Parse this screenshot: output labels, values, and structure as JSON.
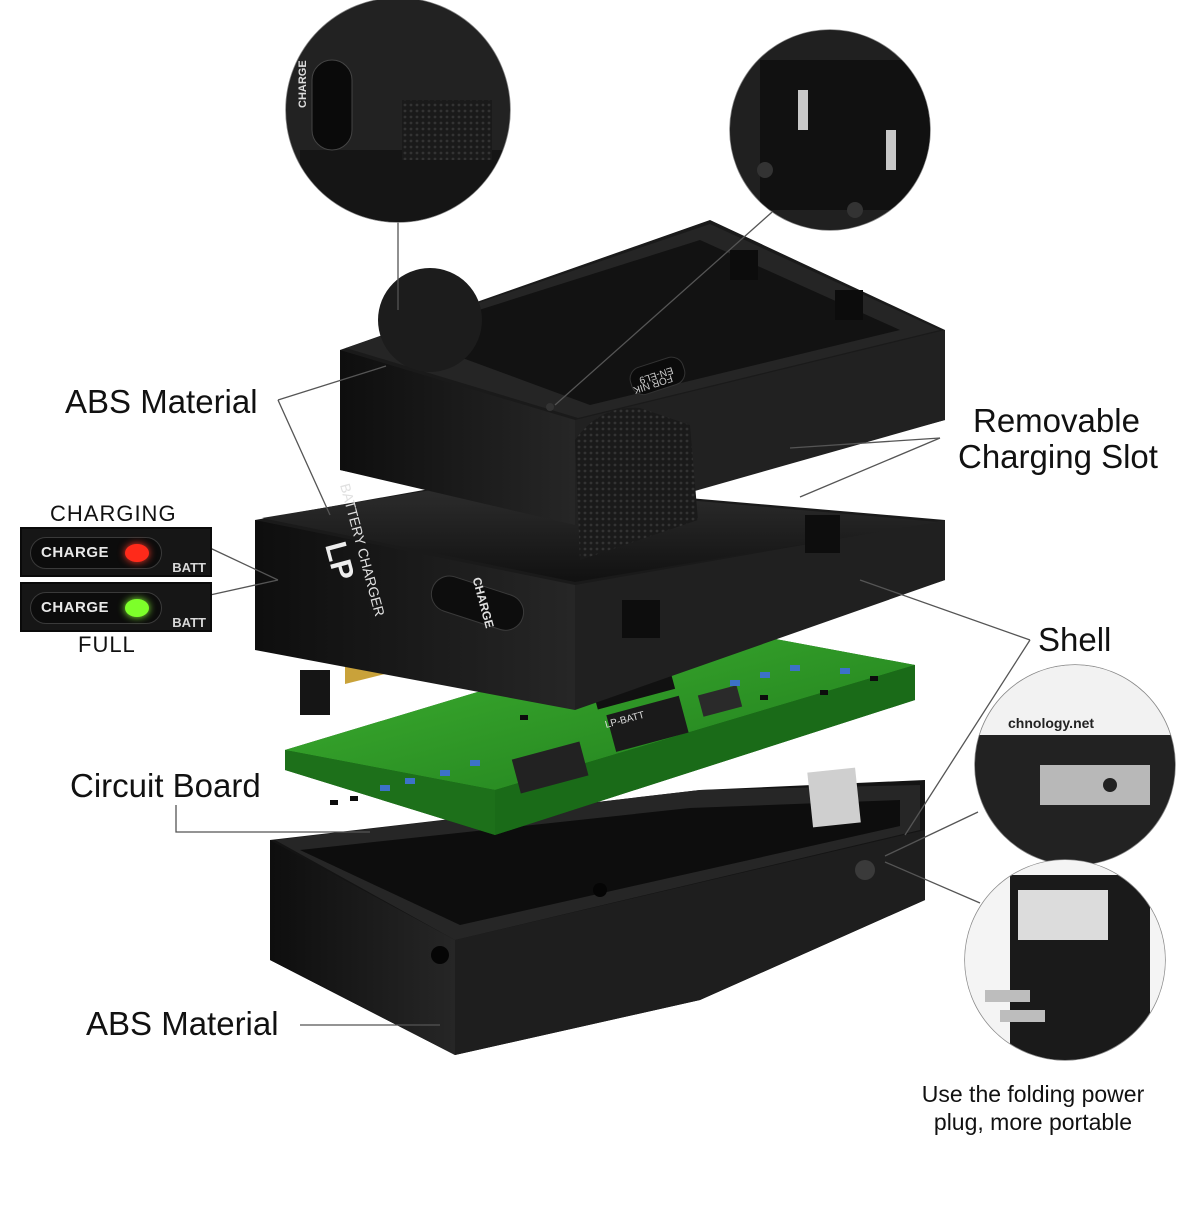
{
  "labels": {
    "abs_top": "ABS Material",
    "removable_line1": "Removable",
    "removable_line2": "Charging Slot",
    "shell": "Shell",
    "circuit_board": "Circuit Board",
    "abs_bottom": "ABS Material",
    "charging": "CHARGING",
    "full": "FULL"
  },
  "indicators": {
    "charge_text": "CHARGE",
    "batt_text": "BATT",
    "charging_led_color": "#ff2a1a",
    "full_led_color": "#7dff2a"
  },
  "product": {
    "brand_mark": "LP",
    "body_text": "BATTERY CHARGER",
    "button_text": "CHARGE",
    "slot_text_1": "EN-EL9",
    "slot_text_2": "FOR NIK",
    "plug_text": "chnology.net",
    "chip_text": "LP-BATT"
  },
  "caption": {
    "line1": "Use the folding power",
    "line2": "plug, more portable"
  },
  "colors": {
    "plastic_dark": "#1c1c1c",
    "plastic_mid": "#2a2a2a",
    "pcb_green": "#2f9d2a",
    "line": "#555555"
  }
}
